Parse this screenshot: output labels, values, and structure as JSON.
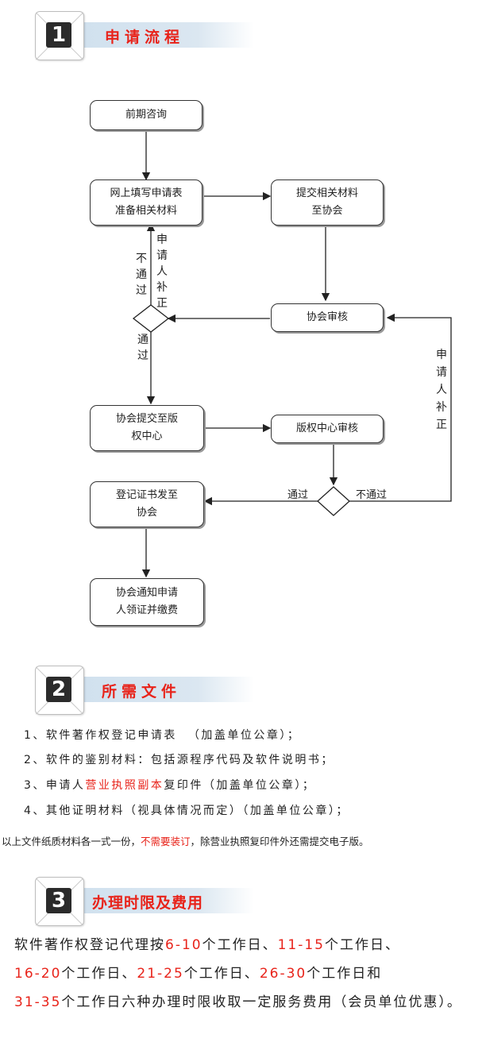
{
  "sections": [
    {
      "num": "1",
      "title": "申请流程"
    },
    {
      "num": "2",
      "title": "所需文件"
    },
    {
      "num": "3",
      "title": "办理时限及费用"
    }
  ],
  "flow": {
    "consult": "前期咨询",
    "fill_line1": "网上填写申请表",
    "fill_line2": "准备相关材料",
    "submit_line1": "提交相关材料",
    "submit_line2": "至协会",
    "review": "协会审核",
    "to_center_line1": "协会提交至版",
    "to_center_line2": "权中心",
    "center_review": "版权中心审核",
    "cert_line1": "登记证书发至",
    "cert_line2": "协会",
    "notify_line1": "协会通知申请",
    "notify_line2": "人领证并缴费",
    "label_not_pass": "不通过",
    "label_applicant_fix": "申请人补正",
    "label_pass": "通过",
    "label_pass2": "通过",
    "label_not_pass2": "不通过",
    "label_applicant_fix2": "申请人补正"
  },
  "docs": {
    "items": [
      {
        "pre": "1、软件著作权登记申请表",
        "red": "",
        "post": "（加盖单位公章）；"
      },
      {
        "pre": "2、软件的鉴别材料：包括源程序代码及软件说明书；",
        "red": "",
        "post": ""
      },
      {
        "pre": "3、申请人",
        "red": "营业执照副本",
        "post": "复印件（加盖单位公章）；"
      },
      {
        "pre": "4、其他证明材料（视具体情况而定）（加盖单位公章）；",
        "red": "",
        "post": ""
      }
    ],
    "note_pre": "以上文件纸质材料各一式一份，",
    "note_red": "不需要装订",
    "note_post": "，除营业执照复印件外还需提交电子版。"
  },
  "fees": {
    "t1": "软件著作权登记代理按",
    "r1": "6-10",
    "t2": "个工作日、",
    "r2": "11-15",
    "t3": "个工作日、",
    "r3": "16-20",
    "t4": "个工作日、",
    "r4": "21-25",
    "t5": "个工作日、",
    "r5": "26-30",
    "t6": "个工作日和",
    "r6": "31-35",
    "t7": "个工作日六种办理时限收取一定服务费用（会员单位优惠）。"
  },
  "colors": {
    "accent_red": "#e8231a",
    "band_blue": "#cfe0ee",
    "num_bg": "#2b2b2b"
  }
}
